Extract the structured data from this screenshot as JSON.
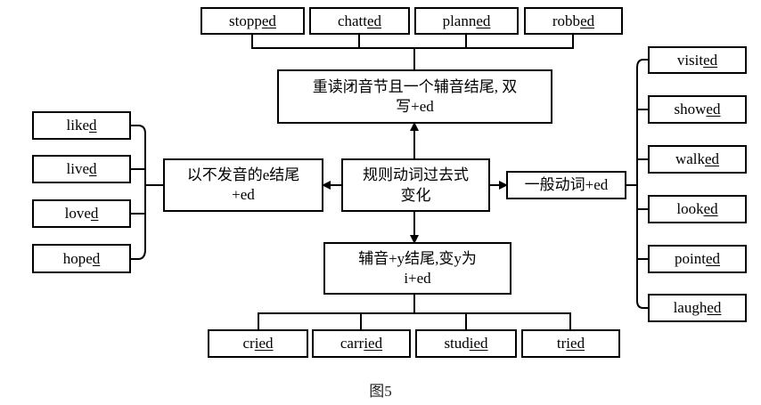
{
  "center": {
    "line1": "规则动词过去式",
    "line2": "变化"
  },
  "categories": {
    "top": {
      "line1": "重读闭音节且一个辅音结尾, 双",
      "line2": "写+ed"
    },
    "left": {
      "line1": "以不发音的e结尾",
      "line2": "+ed"
    },
    "right": {
      "line1": "一般动词+ed",
      "line2": ""
    },
    "bottom": {
      "line1": "辅音+y结尾,变y为",
      "line2": "i+ed"
    }
  },
  "examples": {
    "top": [
      {
        "stem": "stopp",
        "ending": "ed"
      },
      {
        "stem": "chatt",
        "ending": "ed"
      },
      {
        "stem": "plann",
        "ending": "ed"
      },
      {
        "stem": "robb",
        "ending": "ed"
      }
    ],
    "left": [
      {
        "stem": "like",
        "ending": "d"
      },
      {
        "stem": "live",
        "ending": "d"
      },
      {
        "stem": "love",
        "ending": "d"
      },
      {
        "stem": "hope",
        "ending": "d"
      }
    ],
    "right": [
      {
        "stem": "visit",
        "ending": "ed"
      },
      {
        "stem": "show",
        "ending": "ed"
      },
      {
        "stem": "walk",
        "ending": "ed"
      },
      {
        "stem": "look",
        "ending": "ed"
      },
      {
        "stem": "point",
        "ending": "ed"
      },
      {
        "stem": "laugh",
        "ending": "ed"
      }
    ],
    "bottom": [
      {
        "stem": "cr",
        "ending": "ied"
      },
      {
        "stem": "carr",
        "ending": "ied"
      },
      {
        "stem": "stud",
        "ending": "ied"
      },
      {
        "stem": "tr",
        "ending": "ied"
      }
    ]
  },
  "caption": "图5"
}
